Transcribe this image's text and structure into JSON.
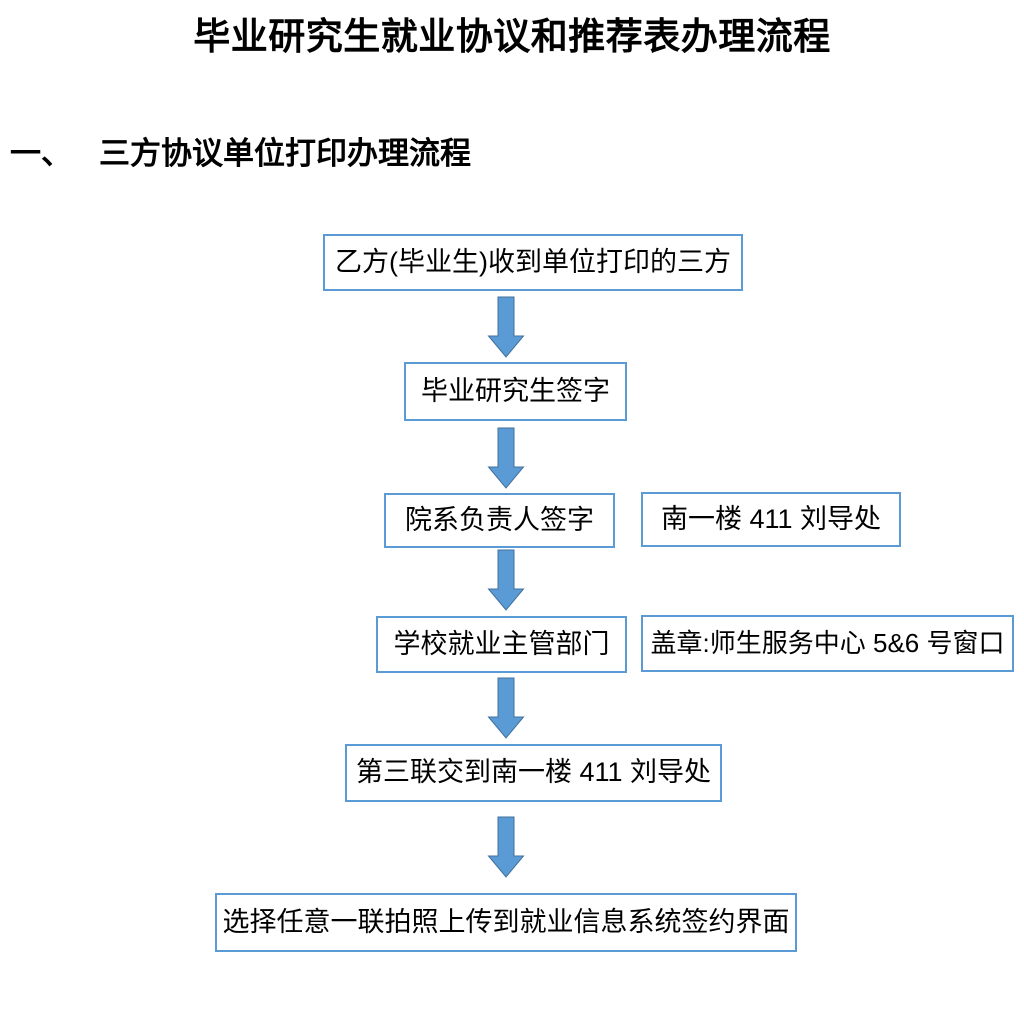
{
  "page": {
    "title": "毕业研究生就业协议和推荐表办理流程",
    "section": {
      "number": "一、",
      "title": "三方协议单位打印办理流程"
    }
  },
  "colors": {
    "box_border": "#5B9BD5",
    "arrow_fill": "#5B9BD5",
    "arrow_border": "#41719C",
    "text": "#000000",
    "background": "#FFFFFF"
  },
  "flowchart": {
    "steps": [
      {
        "label": "乙方(毕业生)收到单位打印的三方"
      },
      {
        "label": "毕业研究生签字"
      },
      {
        "label": "院系负责人签字",
        "note": "南一楼 411 刘导处"
      },
      {
        "label": "学校就业主管部门",
        "note": "盖章:师生服务中心 5&6 号窗口"
      },
      {
        "label": "第三联交到南一楼 411 刘导处"
      },
      {
        "label": "选择任意一联拍照上传到就业信息系统签约界面"
      }
    ]
  }
}
